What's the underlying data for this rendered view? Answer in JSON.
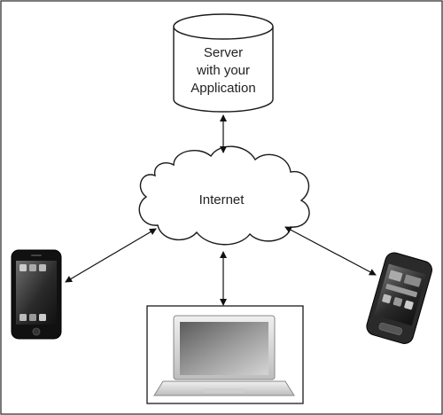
{
  "server": {
    "lines": [
      "Server",
      "with your",
      "Application"
    ]
  },
  "cloud": {
    "label": "Internet"
  },
  "devices": {
    "left": "smartphone (iPhone-style)",
    "bottom": "laptop",
    "right": "smartphone (Android-style)"
  },
  "colors": {
    "stroke": "#1a1a1a",
    "background": "#ffffff"
  }
}
